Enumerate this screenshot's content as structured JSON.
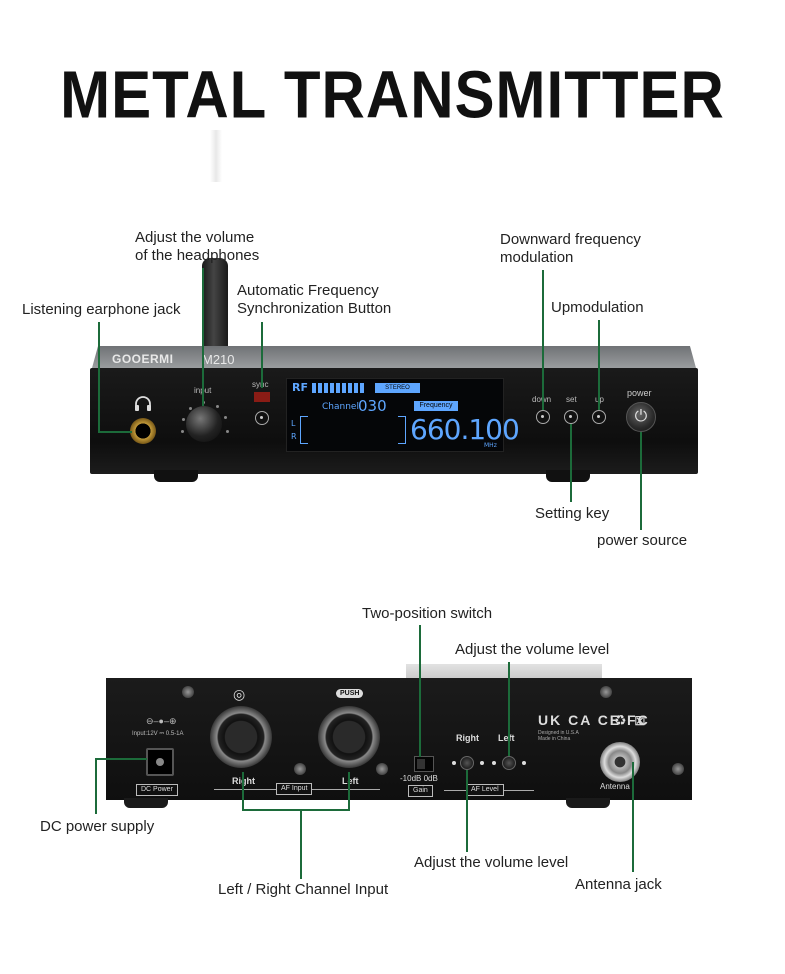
{
  "title": "METAL TRANSMITTER",
  "front": {
    "brand": "GOOERMI",
    "model": "M210",
    "input_label": "input",
    "sync_label": "sync",
    "down_label": "down",
    "set_label": "set",
    "up_label": "up",
    "power_label": "power",
    "lcd": {
      "rf": "RF",
      "stereo": "STEREO",
      "channel_label": "Channel",
      "channel_value": "030",
      "frequency_label": "Frequency",
      "frequency_value": "660.100",
      "unit": "MHz",
      "l": "L",
      "r": "R"
    },
    "callouts": {
      "volume_headphones_1": "Adjust the volume",
      "volume_headphones_2": "of the headphones",
      "earphone_jack": "Listening earphone jack",
      "sync_1": "Automatic Frequency",
      "sync_2": "Synchronization Button",
      "down_1": "Downward frequency",
      "down_2": "modulation",
      "up": "Upmodulation",
      "setting_key": "Setting key",
      "power_source": "power source"
    }
  },
  "back": {
    "dc_power_tag": "DC Power",
    "dc_spec": "Input:12V ⎓ 0.5-1A",
    "push": "PUSH",
    "right_input": "Right",
    "left_input": "Left",
    "af_input_tag": "AF Input",
    "gain_values": "-10dB  0dB",
    "gain_tag": "Gain",
    "right_level": "Right",
    "left_level": "Left",
    "af_level_tag": "AF Level",
    "cert_marks": "UK CA CE FC",
    "cert_sub_1": "Designed in U.S.A",
    "cert_sub_2": "Made in China",
    "antenna_label": "Antenna",
    "callouts": {
      "two_position_switch": "Two-position switch",
      "adjust_volume_top": "Adjust the volume level",
      "dc_power_supply": "DC power supply",
      "adjust_volume_bottom": "Adjust the volume level",
      "lr_channel_input": "Left / Right Channel Input",
      "antenna_jack": "Antenna jack"
    }
  },
  "colors": {
    "callout_line": "#1c6b3a",
    "lcd_blue": "#5ea6ff",
    "sync_led": "#8a1c15"
  }
}
